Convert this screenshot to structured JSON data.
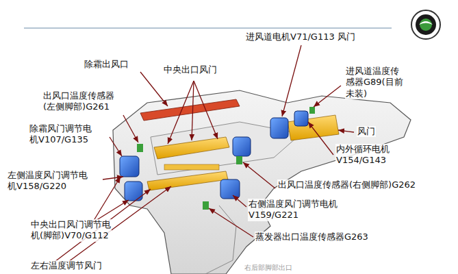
{
  "diagram": {
    "labels": [
      "除霜出风口",
      "中央出口风门",
      "进风道电机V71/G113 风门",
      "进风道温度传 感器G89(目前 未装)",
      "出风口温度传感器 (左侧脚部)G261",
      "除霜风门调节电 机V107/G135",
      "风门",
      "内外循环电机 V154/G143",
      "左侧温度风门调节电 机V158/G220",
      "出风口温度传感器(右侧脚部)G262",
      "右侧温度风门调节电机 V159/G221",
      "中央出口风门调节电 机(脚部)V70/G112",
      "蒸发器出口温度传感器G263",
      "左右温度调节风门",
      "右后部脚部出口"
    ]
  }
}
